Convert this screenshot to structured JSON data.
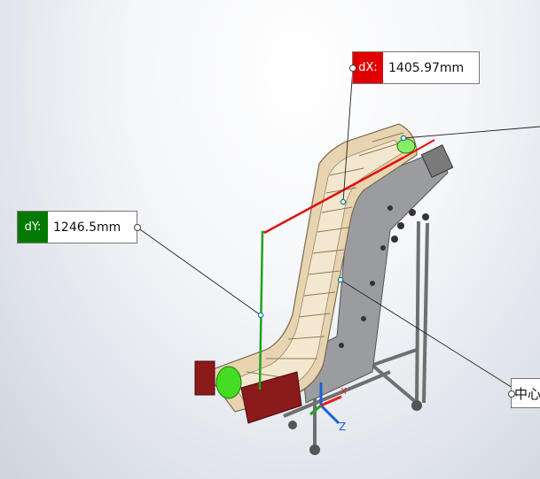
{
  "dimensions": {
    "dx": {
      "tag": "dX:",
      "value": "1405.97mm"
    },
    "dy": {
      "tag": "dY:",
      "value": "1246.5mm"
    },
    "center": {
      "value": "中心"
    }
  },
  "colors": {
    "dx_accent": "#e00000",
    "dy_accent": "#007a00",
    "belt": "#ecd9b9",
    "frame": "#8a8a8a",
    "end_plate": "#8b1a1a"
  },
  "triad": {
    "z_label": "Z",
    "x_label": "X"
  }
}
